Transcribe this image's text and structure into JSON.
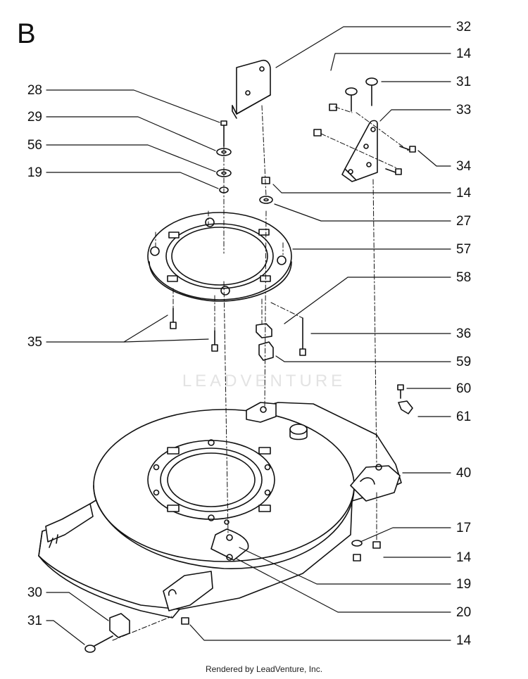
{
  "section_letter": "B",
  "watermark": "LEADVENTURE",
  "footer": "Rendered by LeadVenture, Inc.",
  "callouts": {
    "c32": "32",
    "c14a": "14",
    "c31a": "31",
    "c33": "33",
    "c34": "34",
    "c14b": "14",
    "c27": "27",
    "c57": "57",
    "c58": "58",
    "c36": "36",
    "c59": "59",
    "c60": "60",
    "c61": "61",
    "c40": "40",
    "c17": "17",
    "c14c": "14",
    "c19b": "19",
    "c20": "20",
    "c14d": "14",
    "c28": "28",
    "c29": "29",
    "c56": "56",
    "c19a": "19",
    "c35": "35",
    "c30": "30",
    "c31b": "31"
  }
}
